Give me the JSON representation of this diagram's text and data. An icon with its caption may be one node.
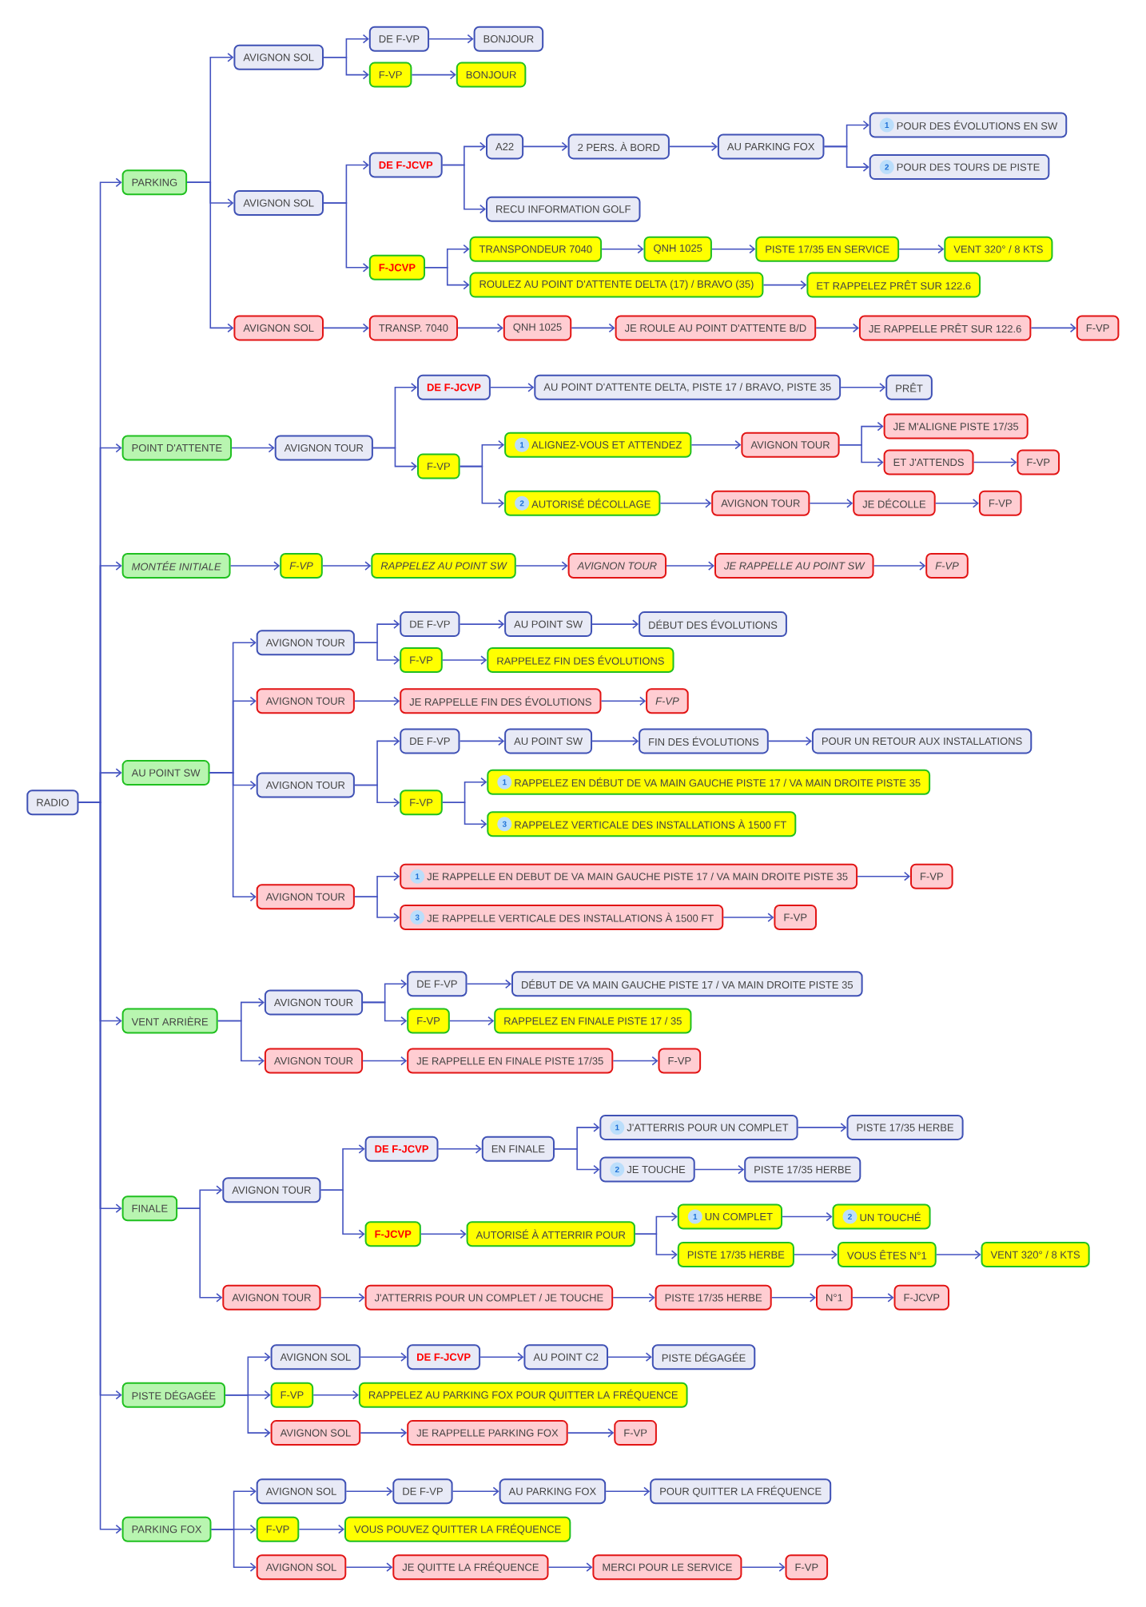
{
  "diagram": {
    "nodes": [
      {
        "text": [
          "RADIO"
        ]
      },
      {
        "text": [
          "PARKING"
        ]
      },
      {
        "text": [
          "AVIGNON SOL"
        ]
      },
      {
        "text": [
          "DE F-VP"
        ]
      },
      {
        "text": [
          "BONJOUR"
        ]
      },
      {
        "text": [
          "F-VP"
        ]
      },
      {
        "text": [
          "BONJOUR"
        ]
      },
      {
        "text": [
          "AVIGNON SOL"
        ]
      },
      {
        "text": [
          "DE F-JCVP"
        ]
      },
      {
        "text": [
          "A22"
        ]
      },
      {
        "text": [
          "2 PERS. À BORD"
        ]
      },
      {
        "text": [
          "AU PARKING FOX"
        ]
      },
      {
        "text": [
          "1",
          "POUR DES ÉVOLUTIONS EN SW"
        ]
      },
      {
        "text": [
          "2",
          "POUR DES TOURS DE PISTE"
        ]
      },
      {
        "text": [
          "RECU INFORMATION GOLF"
        ]
      },
      {
        "text": [
          "F-JCVP"
        ]
      },
      {
        "text": [
          "TRANSPONDEUR 7040"
        ]
      },
      {
        "text": [
          "QNH 1025"
        ]
      },
      {
        "text": [
          "PISTE 17/35 EN SERVICE"
        ]
      },
      {
        "text": [
          "VENT 320° / 8 KTS"
        ]
      },
      {
        "text": [
          "ROULEZ AU POINT D'ATTENTE DELTA (17) / BRAVO (35)"
        ]
      },
      {
        "text": [
          "ET RAPPELEZ PRÊT SUR 122.6"
        ]
      },
      {
        "text": [
          "AVIGNON SOL"
        ]
      },
      {
        "text": [
          "TRANSP. 7040"
        ]
      },
      {
        "text": [
          "QNH 1025"
        ]
      },
      {
        "text": [
          "JE ROULE AU POINT D'ATTENTE B/D"
        ]
      },
      {
        "text": [
          "JE RAPPELLE PRÊT SUR 122.6"
        ]
      },
      {
        "text": [
          "F-VP"
        ]
      },
      {
        "text": [
          "POINT D'ATTENTE"
        ]
      },
      {
        "text": [
          "AVIGNON TOUR"
        ]
      },
      {
        "text": [
          "DE F-JCVP"
        ]
      },
      {
        "text": [
          "AU POINT D'ATTENTE DELTA, PISTE 17 / BRAVO, PISTE 35"
        ]
      },
      {
        "text": [
          "PRÊT"
        ]
      },
      {
        "text": [
          "F-VP"
        ]
      },
      {
        "text": [
          "1",
          "ALIGNEZ-VOUS ET ATTENDEZ"
        ]
      },
      {
        "text": [
          "AVIGNON TOUR"
        ]
      },
      {
        "text": [
          "JE M'ALIGNE PISTE 17/35"
        ]
      },
      {
        "text": [
          "ET J'ATTENDS"
        ]
      },
      {
        "text": [
          "F-VP"
        ]
      },
      {
        "text": [
          "2",
          "AUTORISÉ DÉCOLLAGE"
        ]
      },
      {
        "text": [
          "AVIGNON TOUR"
        ]
      },
      {
        "text": [
          "JE DÉCOLLE"
        ]
      },
      {
        "text": [
          "F-VP"
        ]
      },
      {
        "text": [
          "MONTÉE INITIALE"
        ]
      },
      {
        "text": [
          "F-VP"
        ]
      },
      {
        "text": [
          "RAPPELEZ AU POINT SW"
        ]
      },
      {
        "text": [
          "AVIGNON TOUR"
        ]
      },
      {
        "text": [
          "JE RAPPELLE AU POINT SW"
        ]
      },
      {
        "text": [
          "F-VP"
        ]
      },
      {
        "text": [
          "AU POINT SW"
        ]
      },
      {
        "text": [
          "AVIGNON TOUR"
        ]
      },
      {
        "text": [
          "DE F-VP"
        ]
      },
      {
        "text": [
          "AU POINT SW"
        ]
      },
      {
        "text": [
          "DÉBUT DES ÉVOLUTIONS"
        ]
      },
      {
        "text": [
          "F-VP"
        ]
      },
      {
        "text": [
          "RAPPELEZ FIN DES ÉVOLUTIONS"
        ]
      },
      {
        "text": [
          "AVIGNON TOUR"
        ]
      },
      {
        "text": [
          "JE RAPPELLE FIN DES ÉVOLUTIONS"
        ]
      },
      {
        "text": [
          "F-VP"
        ]
      },
      {
        "text": [
          "AVIGNON TOUR"
        ]
      },
      {
        "text": [
          "DE F-VP"
        ]
      },
      {
        "text": [
          "AU POINT SW"
        ]
      },
      {
        "text": [
          "FIN DES ÉVOLUTIONS"
        ]
      },
      {
        "text": [
          "POUR UN RETOUR AUX INSTALLATIONS"
        ]
      },
      {
        "text": [
          "F-VP"
        ]
      },
      {
        "text": [
          "1",
          "RAPPELEZ EN DÉBUT DE VA MAIN GAUCHE PISTE 17 / VA MAIN DROITE PISTE 35"
        ]
      },
      {
        "text": [
          "3",
          "RAPPELEZ VERTICALE DES INSTALLATIONS À 1500 FT"
        ]
      },
      {
        "text": [
          "AVIGNON TOUR"
        ]
      },
      {
        "text": [
          "1",
          "JE RAPPELLE EN DEBUT DE VA MAIN GAUCHE PISTE 17 / VA MAIN DROITE PISTE 35"
        ]
      },
      {
        "text": [
          "F-VP"
        ]
      },
      {
        "text": [
          "3",
          "JE RAPPELLE VERTICALE DES INSTALLATIONS À 1500 FT"
        ]
      },
      {
        "text": [
          "F-VP"
        ]
      },
      {
        "text": [
          "VENT ARRIÈRE"
        ]
      },
      {
        "text": [
          "AVIGNON TOUR"
        ]
      },
      {
        "text": [
          "DE F-VP"
        ]
      },
      {
        "text": [
          "DÉBUT DE VA MAIN GAUCHE PISTE 17 / VA MAIN DROITE PISTE 35"
        ]
      },
      {
        "text": [
          "F-VP"
        ]
      },
      {
        "text": [
          "RAPPELEZ EN FINALE PISTE 17 / 35"
        ]
      },
      {
        "text": [
          "AVIGNON TOUR"
        ]
      },
      {
        "text": [
          "JE RAPPELLE EN FINALE PISTE 17/35"
        ]
      },
      {
        "text": [
          "F-VP"
        ]
      },
      {
        "text": [
          "FINALE"
        ]
      },
      {
        "text": [
          "AVIGNON TOUR"
        ]
      },
      {
        "text": [
          "DE F-JCVP"
        ]
      },
      {
        "text": [
          "EN FINALE"
        ]
      },
      {
        "text": [
          "1",
          "J'ATTERRIS POUR UN COMPLET"
        ]
      },
      {
        "text": [
          "PISTE 17/35 HERBE"
        ]
      },
      {
        "text": [
          "2",
          "JE TOUCHE"
        ]
      },
      {
        "text": [
          "PISTE 17/35 HERBE"
        ]
      },
      {
        "text": [
          "F-JCVP"
        ]
      },
      {
        "text": [
          "AUTORISÉ À ATTERRIR POUR"
        ]
      },
      {
        "text": [
          "1",
          "UN COMPLET"
        ]
      },
      {
        "text": [
          "2",
          "UN TOUCHÉ"
        ]
      },
      {
        "text": [
          "PISTE 17/35 HERBE"
        ]
      },
      {
        "text": [
          "VOUS ÊTES N°1"
        ]
      },
      {
        "text": [
          "VENT 320° / 8 KTS"
        ]
      },
      {
        "text": [
          "AVIGNON TOUR"
        ]
      },
      {
        "text": [
          "J'ATTERRIS POUR UN COMPLET / JE TOUCHE"
        ]
      },
      {
        "text": [
          "PISTE 17/35 HERBE"
        ]
      },
      {
        "text": [
          "N°1"
        ]
      },
      {
        "text": [
          "F-JCVP"
        ]
      },
      {
        "text": [
          "PISTE DÉGAGÉE"
        ]
      },
      {
        "text": [
          "AVIGNON SOL"
        ]
      },
      {
        "text": [
          "DE F-JCVP"
        ]
      },
      {
        "text": [
          "AU POINT C2"
        ]
      },
      {
        "text": [
          "PISTE DÉGAGÉE"
        ]
      },
      {
        "text": [
          "F-VP"
        ]
      },
      {
        "text": [
          "RAPPELEZ AU PARKING FOX POUR QUITTER LA FRÉQUENCE"
        ]
      },
      {
        "text": [
          "AVIGNON SOL"
        ]
      },
      {
        "text": [
          "JE RAPPELLE PARKING FOX"
        ]
      },
      {
        "text": [
          "F-VP"
        ]
      },
      {
        "text": [
          "PARKING FOX"
        ]
      },
      {
        "text": [
          "AVIGNON SOL"
        ]
      },
      {
        "text": [
          "DE F-VP"
        ]
      },
      {
        "text": [
          "AU PARKING FOX"
        ]
      },
      {
        "text": [
          "POUR QUITTER LA FRÉQUENCE"
        ]
      },
      {
        "text": [
          "F-VP"
        ]
      },
      {
        "text": [
          "VOUS POUVEZ QUITTER LA FRÉQUENCE"
        ]
      },
      {
        "text": [
          "AVIGNON SOL"
        ]
      },
      {
        "text": [
          "JE QUITTE LA FRÉQUENCE"
        ]
      },
      {
        "text": [
          "MERCI POUR LE SERVICE"
        ]
      },
      {
        "text": [
          "F-VP"
        ]
      }
    ],
    "edges": [
      {
        "from": 0,
        "to": 1,
        "arrow": "to"
      },
      {
        "from": 0,
        "to": 28,
        "arrow": "to"
      },
      {
        "from": 0,
        "to": 43,
        "arrow": "to"
      },
      {
        "from": 0,
        "to": 49,
        "arrow": "to"
      },
      {
        "from": 0,
        "to": 72,
        "arrow": "to"
      },
      {
        "from": 0,
        "to": 81,
        "arrow": "to"
      },
      {
        "from": 0,
        "to": 101,
        "arrow": "to"
      },
      {
        "from": 0,
        "to": 111,
        "arrow": "to"
      },
      {
        "from": 1,
        "to": 2,
        "arrow": "to"
      },
      {
        "from": 1,
        "to": 7,
        "arrow": "to"
      },
      {
        "from": 1,
        "to": 22,
        "arrow": "to"
      },
      {
        "from": 2,
        "to": 3,
        "arrow": "to"
      },
      {
        "from": 2,
        "to": 5,
        "arrow": "to"
      },
      {
        "from": 3,
        "to": 4,
        "arrow": "to"
      },
      {
        "from": 5,
        "to": 6,
        "arrow": "to"
      },
      {
        "from": 7,
        "to": 8,
        "arrow": "to"
      },
      {
        "from": 7,
        "to": 15,
        "arrow": "to"
      },
      {
        "from": 8,
        "to": 9,
        "arrow": "to"
      },
      {
        "from": 8,
        "to": 14,
        "arrow": "to"
      },
      {
        "from": 9,
        "to": 10,
        "arrow": "to"
      },
      {
        "from": 10,
        "to": 11,
        "arrow": "to"
      },
      {
        "from": 11,
        "to": 12,
        "arrow": "to"
      },
      {
        "from": 11,
        "to": 13,
        "arrow": "to"
      },
      {
        "from": 15,
        "to": 16,
        "arrow": "to"
      },
      {
        "from": 15,
        "to": 20,
        "arrow": "to"
      },
      {
        "from": 16,
        "to": 17,
        "arrow": "to"
      },
      {
        "from": 17,
        "to": 18,
        "arrow": "to"
      },
      {
        "from": 18,
        "to": 19,
        "arrow": "to"
      },
      {
        "from": 20,
        "to": 21,
        "arrow": "to"
      },
      {
        "from": 22,
        "to": 23,
        "arrow": "to"
      },
      {
        "from": 23,
        "to": 24,
        "arrow": "to"
      },
      {
        "from": 24,
        "to": 25,
        "arrow": "to"
      },
      {
        "from": 25,
        "to": 26,
        "arrow": "to"
      },
      {
        "from": 26,
        "to": 27,
        "arrow": "to"
      },
      {
        "from": 28,
        "to": 29,
        "arrow": "to"
      },
      {
        "from": 29,
        "to": 30,
        "arrow": "to"
      },
      {
        "from": 29,
        "to": 33,
        "arrow": "to"
      },
      {
        "from": 30,
        "to": 31,
        "arrow": "to"
      },
      {
        "from": 31,
        "to": 32,
        "arrow": "to"
      },
      {
        "from": 33,
        "to": 34,
        "arrow": "to"
      },
      {
        "from": 33,
        "to": 39,
        "arrow": "to"
      },
      {
        "from": 34,
        "to": 35,
        "arrow": "to"
      },
      {
        "from": 35,
        "to": 36,
        "arrow": "to"
      },
      {
        "from": 35,
        "to": 37,
        "arrow": "to"
      },
      {
        "from": 37,
        "to": 38,
        "arrow": "to"
      },
      {
        "from": 39,
        "to": 40,
        "arrow": "to"
      },
      {
        "from": 40,
        "to": 41,
        "arrow": "to"
      },
      {
        "from": 41,
        "to": 42,
        "arrow": "to"
      },
      {
        "from": 43,
        "to": 44,
        "arrow": "to"
      },
      {
        "from": 44,
        "to": 45,
        "arrow": "to"
      },
      {
        "from": 45,
        "to": 46,
        "arrow": "to"
      },
      {
        "from": 46,
        "to": 47,
        "arrow": "to"
      },
      {
        "from": 47,
        "to": 48,
        "arrow": "to"
      },
      {
        "from": 49,
        "to": 50,
        "arrow": "to"
      },
      {
        "from": 49,
        "to": 56,
        "arrow": "to"
      },
      {
        "from": 49,
        "to": 59,
        "arrow": "to"
      },
      {
        "from": 49,
        "to": 67,
        "arrow": "to"
      },
      {
        "from": 50,
        "to": 51,
        "arrow": "to"
      },
      {
        "from": 50,
        "to": 54,
        "arrow": "to"
      },
      {
        "from": 51,
        "to": 52,
        "arrow": "to"
      },
      {
        "from": 52,
        "to": 53,
        "arrow": "to"
      },
      {
        "from": 54,
        "to": 55,
        "arrow": "to"
      },
      {
        "from": 56,
        "to": 57,
        "arrow": "to"
      },
      {
        "from": 57,
        "to": 58,
        "arrow": "to"
      },
      {
        "from": 59,
        "to": 60,
        "arrow": "to"
      },
      {
        "from": 59,
        "to": 64,
        "arrow": "to"
      },
      {
        "from": 60,
        "to": 61,
        "arrow": "to"
      },
      {
        "from": 61,
        "to": 62,
        "arrow": "to"
      },
      {
        "from": 62,
        "to": 63,
        "arrow": "to"
      },
      {
        "from": 64,
        "to": 65,
        "arrow": "to"
      },
      {
        "from": 64,
        "to": 66,
        "arrow": "to"
      },
      {
        "from": 67,
        "to": 68,
        "arrow": "to"
      },
      {
        "from": 67,
        "to": 70,
        "arrow": "to"
      },
      {
        "from": 68,
        "to": 69,
        "arrow": "to"
      },
      {
        "from": 70,
        "to": 71,
        "arrow": "to"
      },
      {
        "from": 72,
        "to": 73,
        "arrow": "to"
      },
      {
        "from": 72,
        "to": 78,
        "arrow": "to"
      },
      {
        "from": 73,
        "to": 74,
        "arrow": "to"
      },
      {
        "from": 73,
        "to": 76,
        "arrow": "to"
      },
      {
        "from": 74,
        "to": 75,
        "arrow": "to"
      },
      {
        "from": 76,
        "to": 77,
        "arrow": "to"
      },
      {
        "from": 78,
        "to": 79,
        "arrow": "to"
      },
      {
        "from": 79,
        "to": 80,
        "arrow": "to"
      },
      {
        "from": 81,
        "to": 82,
        "arrow": "to"
      },
      {
        "from": 81,
        "to": 96,
        "arrow": "to"
      },
      {
        "from": 82,
        "to": 83,
        "arrow": "to"
      },
      {
        "from": 82,
        "to": 89,
        "arrow": "to"
      },
      {
        "from": 83,
        "to": 84,
        "arrow": "to"
      },
      {
        "from": 84,
        "to": 85,
        "arrow": "to"
      },
      {
        "from": 84,
        "to": 87,
        "arrow": "to"
      },
      {
        "from": 85,
        "to": 86,
        "arrow": "to"
      },
      {
        "from": 87,
        "to": 88,
        "arrow": "to"
      },
      {
        "from": 89,
        "to": 90,
        "arrow": "to"
      },
      {
        "from": 90,
        "to": 91,
        "arrow": "to"
      },
      {
        "from": 90,
        "to": 93,
        "arrow": "to"
      },
      {
        "from": 91,
        "to": 92,
        "arrow": "to"
      },
      {
        "from": 93,
        "to": 94,
        "arrow": "to"
      },
      {
        "from": 94,
        "to": 95,
        "arrow": "to"
      },
      {
        "from": 96,
        "to": 97,
        "arrow": "to"
      },
      {
        "from": 97,
        "to": 98,
        "arrow": "to"
      },
      {
        "from": 98,
        "to": 99,
        "arrow": "to"
      },
      {
        "from": 99,
        "to": 100,
        "arrow": "to"
      },
      {
        "from": 101,
        "to": 102,
        "arrow": "to"
      },
      {
        "from": 101,
        "to": 106,
        "arrow": "to"
      },
      {
        "from": 101,
        "to": 108,
        "arrow": "to"
      },
      {
        "from": 102,
        "to": 103,
        "arrow": "to"
      },
      {
        "from": 103,
        "to": 104,
        "arrow": "to"
      },
      {
        "from": 104,
        "to": 105,
        "arrow": "to"
      },
      {
        "from": 106,
        "to": 107,
        "arrow": "to"
      },
      {
        "from": 108,
        "to": 109,
        "arrow": "to"
      },
      {
        "from": 109,
        "to": 110,
        "arrow": "to"
      },
      {
        "from": 111,
        "to": 112,
        "arrow": "to"
      },
      {
        "from": 111,
        "to": 116,
        "arrow": "to"
      },
      {
        "from": 111,
        "to": 118,
        "arrow": "to"
      },
      {
        "from": 112,
        "to": 113,
        "arrow": "to"
      },
      {
        "from": 113,
        "to": 114,
        "arrow": "to"
      },
      {
        "from": 114,
        "to": 115,
        "arrow": "to"
      },
      {
        "from": 116,
        "to": 117,
        "arrow": "to"
      },
      {
        "from": 118,
        "to": 119,
        "arrow": "to"
      },
      {
        "from": 119,
        "to": 120,
        "arrow": "to"
      },
      {
        "from": 120,
        "to": 121,
        "arrow": "to"
      }
    ]
  }
}
